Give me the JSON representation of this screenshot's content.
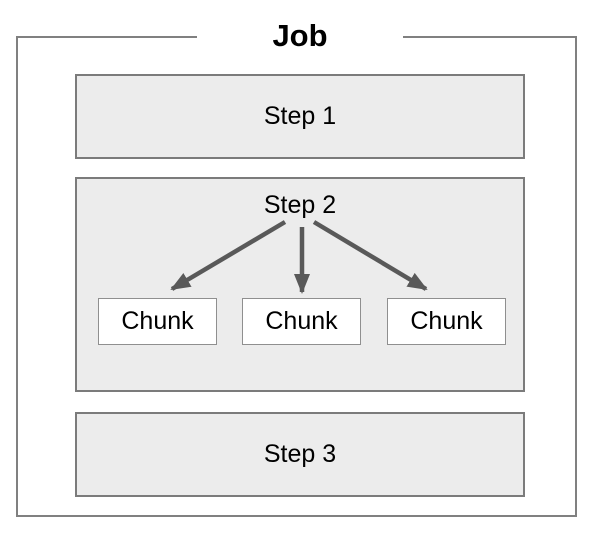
{
  "title": "Job",
  "steps": [
    {
      "label": "Step 1"
    },
    {
      "label": "Step 2",
      "chunks": [
        "Chunk",
        "Chunk",
        "Chunk"
      ]
    },
    {
      "label": "Step 3"
    }
  ],
  "colors": {
    "step_fill": "#ececec",
    "step_border": "#7b7b7b",
    "chunk_fill": "#ffffff",
    "chunk_border": "#8f8f8f",
    "outer_border": "#808080",
    "arrow": "#595959",
    "text": "#000000",
    "bg": "#ffffff"
  }
}
